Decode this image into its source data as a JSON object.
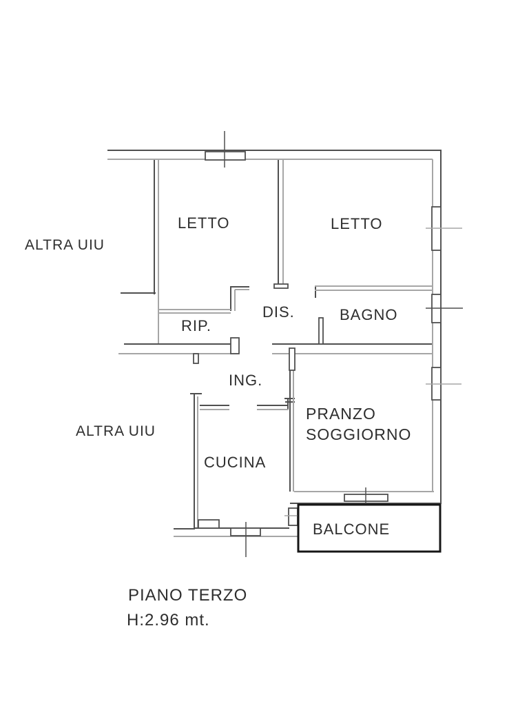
{
  "plan": {
    "labels": {
      "letto_left": "LETTO",
      "letto_right": "LETTO",
      "altra_uiu_top": "ALTRA UIU",
      "dis": "DIS.",
      "rip": "RIP.",
      "bagno": "BAGNO",
      "ing": "ING.",
      "altra_uiu_bottom": "ALTRA UIU",
      "pranzo_line1": "PRANZO",
      "pranzo_line2": "SOGGIORNO",
      "cucina": "CUCINA",
      "balcone": "BALCONE"
    },
    "footer": {
      "floor": "PIANO TERZO",
      "height": "H:2.96 mt."
    },
    "colors": {
      "wall_dark": "#4f4f4f",
      "wall_light": "#a6a6a6",
      "balcony_outline": "#161616",
      "text": "#2e2e2e",
      "background": "#ffffff"
    }
  }
}
